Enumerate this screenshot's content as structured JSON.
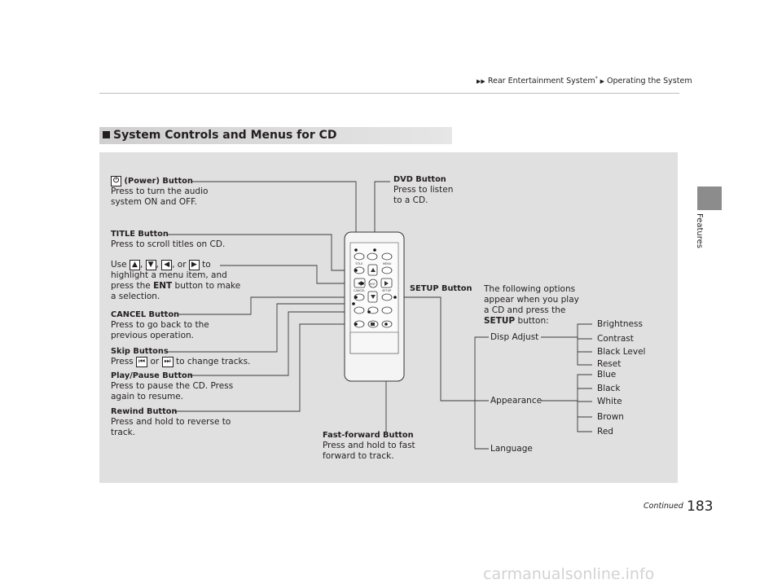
{
  "breadcrumb": {
    "part1": "Rear Entertainment System",
    "mark": "*",
    "part2": "Operating the System"
  },
  "sidebar": {
    "label": "Features"
  },
  "section": {
    "title": "System Controls and Menus for CD"
  },
  "callouts": {
    "power": {
      "title": "(Power) Button",
      "desc1": "Press to turn the audio",
      "desc2": "system ON and OFF."
    },
    "dvd": {
      "title": "DVD Button",
      "desc1": "Press to listen",
      "desc2": "to a CD."
    },
    "title_btn": {
      "title": "TITLE Button",
      "desc1": "Press to scroll titles on CD."
    },
    "arrows": {
      "use": "Use",
      "comma": ",",
      "or": ", or",
      "to": "to",
      "line2": "highlight a menu item, and",
      "line3a": "press the",
      "ent": "ENT",
      "line3b": "button to make",
      "line4": "a selection."
    },
    "cancel": {
      "title": "CANCEL Button",
      "desc1": "Press to go back to the",
      "desc2": "previous operation."
    },
    "skip": {
      "title": "Skip Buttons",
      "press": "Press",
      "or": "or",
      "rest": "to change tracks."
    },
    "play": {
      "title": "Play/Pause Button",
      "desc1": "Press to pause the CD. Press",
      "desc2": "again to resume."
    },
    "rewind": {
      "title": "Rewind Button",
      "desc1": "Press and hold to reverse to",
      "desc2": "track."
    },
    "ff": {
      "title": "Fast-forward Button",
      "desc1": "Press and hold to fast",
      "desc2": "forward to track."
    },
    "setup": {
      "title": "SETUP Button"
    }
  },
  "options": {
    "intro1": "The following options",
    "intro2": "appear when you play",
    "intro3": "a CD and press the",
    "intro4_bold": "SETUP",
    "intro4_rest": "button:",
    "disp_adjust": "Disp Adjust",
    "disp_items": [
      "Brightness",
      "Contrast",
      "Black Level",
      "Reset"
    ],
    "appearance": "Appearance",
    "appearance_items": [
      "Blue",
      "Black",
      "White",
      "Brown",
      "Red"
    ],
    "language": "Language"
  },
  "remote": {
    "labels": [
      "TITLE",
      "MENU",
      "CANCEL",
      "SETUP",
      "ENT"
    ]
  },
  "footer": {
    "continued": "Continued",
    "page": "183"
  },
  "watermark": "carmanualsonline.info"
}
